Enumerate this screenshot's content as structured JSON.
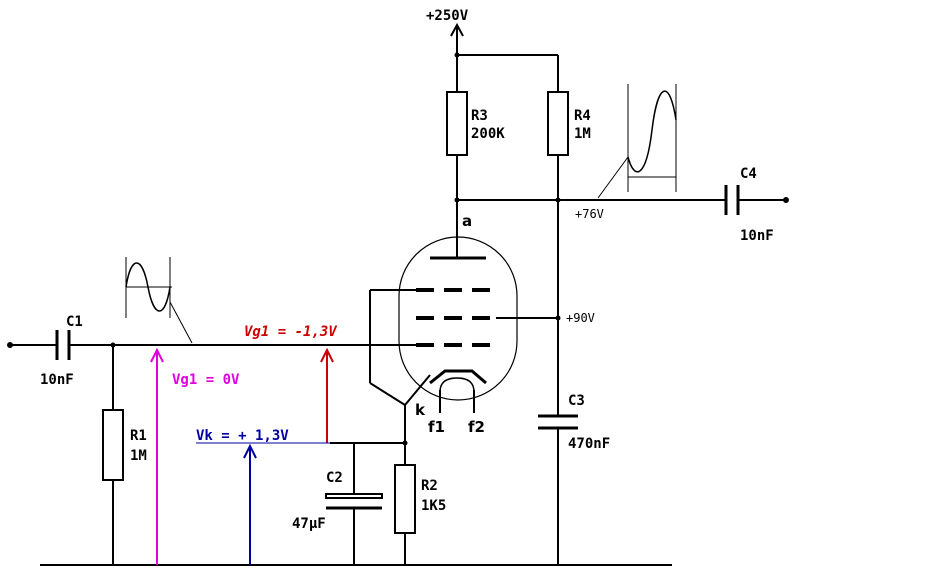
{
  "supply": "+250V",
  "components": {
    "c1": {
      "name": "C1",
      "value": "10nF"
    },
    "r1": {
      "name": "R1",
      "value": "1M"
    },
    "r2": {
      "name": "R2",
      "value": "1K5"
    },
    "c2": {
      "name": "C2",
      "value": "47µF"
    },
    "r3": {
      "name": "R3",
      "value": "200K"
    },
    "r4": {
      "name": "R4",
      "value": "1M"
    },
    "c3": {
      "name": "C3",
      "value": "470nF"
    },
    "c4": {
      "name": "C4",
      "value": "10nF"
    }
  },
  "tube_pins": {
    "anode": "a",
    "cathode": "k",
    "filament1": "f1",
    "filament2": "f2"
  },
  "voltages": {
    "anode": "+76V",
    "screen": "+90V",
    "vg1_grid": "Vg1 = -1,3V",
    "vg1_ground": "Vg1 = 0V",
    "vk": "Vk = + 1,3V"
  },
  "colors": {
    "wire": "#000000",
    "vg1_grid": "#cc0000",
    "vg1_ground": "#e000e0",
    "vk": "#0000a0"
  }
}
